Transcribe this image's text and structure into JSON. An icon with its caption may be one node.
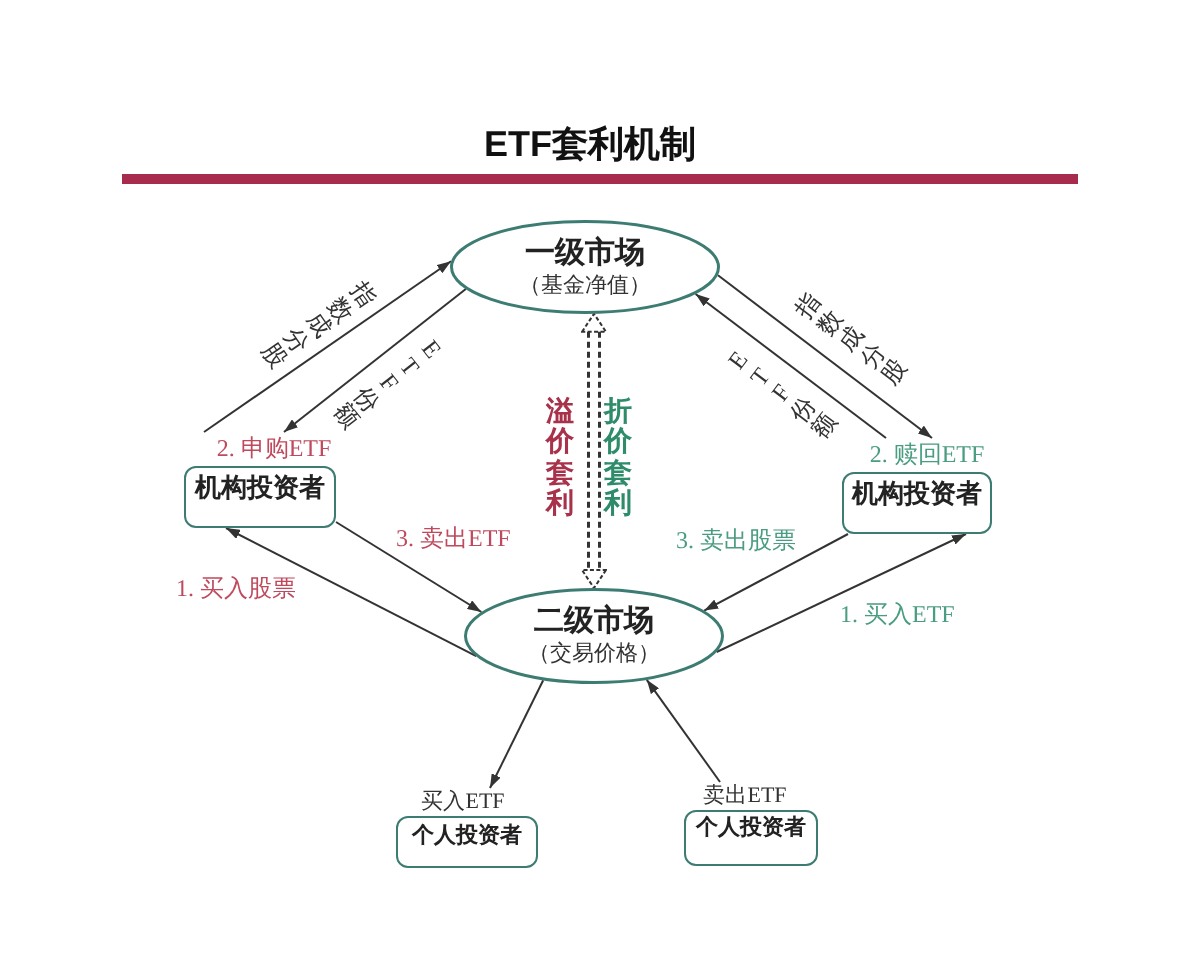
{
  "diagram": {
    "title": "ETF套利机制",
    "nodes": [
      {
        "text": [
          "一级市场",
          "（基金净值）"
        ]
      },
      {
        "text": [
          "2. 申购ETF",
          "机构投资者"
        ]
      },
      {
        "text": [
          "2. 赎回ETF",
          "机构投资者"
        ]
      },
      {
        "text": [
          "二级市场",
          "（交易价格）"
        ]
      },
      {
        "text": [
          "买入ETF",
          "个人投资者"
        ]
      },
      {
        "text": [
          "卖出ETF",
          "个人投资者"
        ]
      }
    ],
    "edges": [
      {
        "from": 1,
        "to": 0,
        "arrow": "to",
        "label": "指数成分股"
      },
      {
        "from": 0,
        "to": 1,
        "arrow": "to",
        "label": "ETF份额"
      },
      {
        "from": 0,
        "to": 2,
        "arrow": "to",
        "label": "指数成分股"
      },
      {
        "from": 2,
        "to": 0,
        "arrow": "to",
        "label": "ETF份额"
      },
      {
        "from": 0,
        "to": 3,
        "arrow": "both",
        "style": "dashed"
      },
      {
        "from": 3,
        "to": 1,
        "arrow": "to",
        "label": "1. 买入股票"
      },
      {
        "from": 1,
        "to": 3,
        "arrow": "to",
        "label": "3. 卖出ETF"
      },
      {
        "from": 2,
        "to": 3,
        "arrow": "to",
        "label": "3. 卖出股票"
      },
      {
        "from": 3,
        "to": 2,
        "arrow": "to",
        "label": "1. 买入ETF"
      },
      {
        "from": 3,
        "to": 4,
        "arrow": "to"
      },
      {
        "from": 5,
        "to": 3,
        "arrow": "to"
      }
    ],
    "labels": [
      "溢价套利",
      "折价套利"
    ]
  }
}
